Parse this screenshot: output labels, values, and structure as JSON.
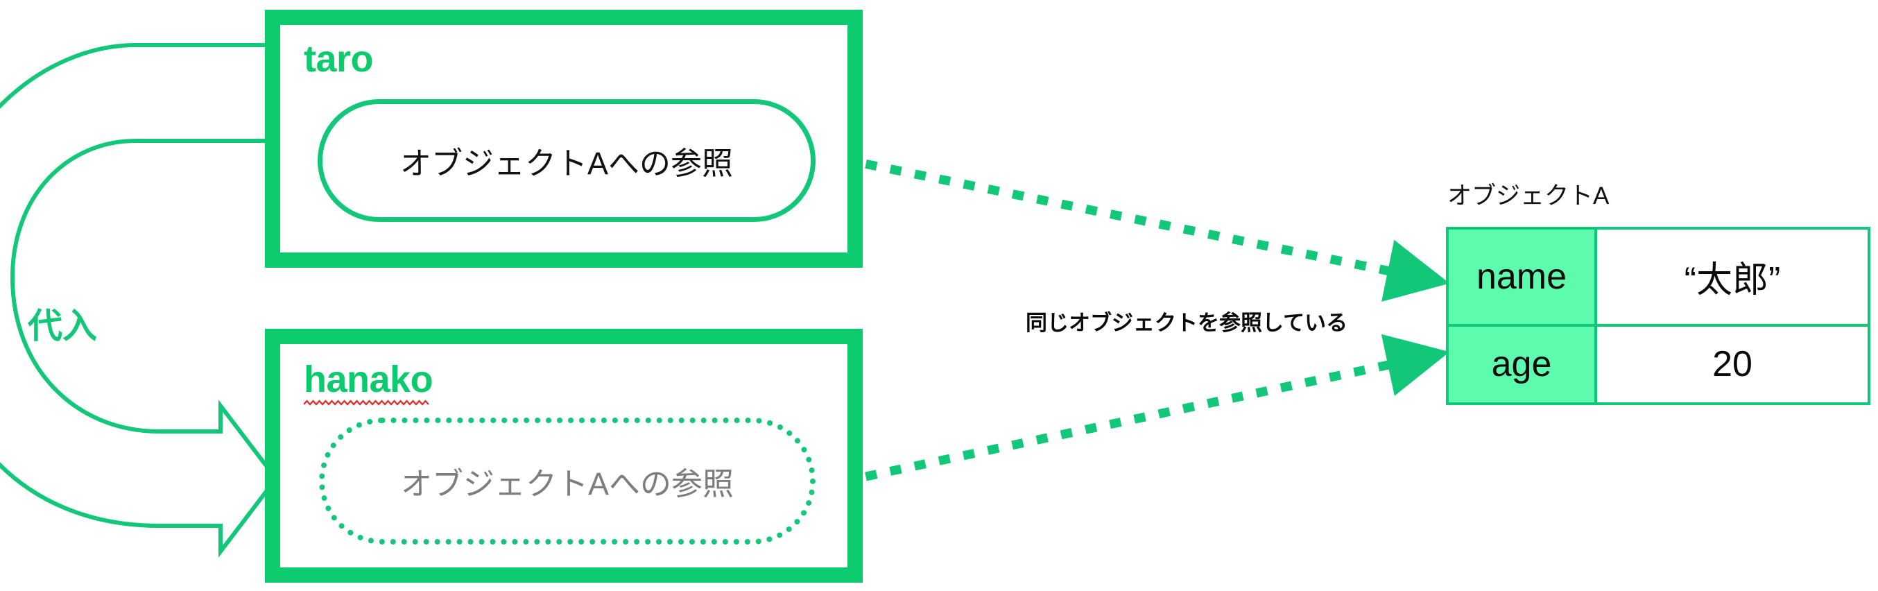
{
  "palette": {
    "green": "#0ccb6f",
    "green_stroke": "#12c878",
    "mint": "#5cfbae",
    "text_dark": "#0a0a0a",
    "text_gray": "#7d7d7d",
    "squiggle_red": "#e03131",
    "background": "#ffffff"
  },
  "variables": [
    {
      "name": "taro",
      "label": "taro",
      "reference_text": "オブジェクトAへの参照",
      "style": "solid",
      "misspelled": false
    },
    {
      "name": "hanako",
      "label": "hanako",
      "reference_text": "オブジェクトAへの参照",
      "style": "dotted",
      "misspelled": true
    }
  ],
  "assignment": {
    "label": "代入",
    "arrow": "curved-block-arrow",
    "from": "taro",
    "to": "hanako"
  },
  "object": {
    "title": "オブジェクトA",
    "rows": [
      {
        "key": "name",
        "value": "“太郎”"
      },
      {
        "key": "age",
        "value": "20"
      }
    ]
  },
  "annotation": {
    "same_object_note": "同じオブジェクトを参照している"
  },
  "reference_arrows": [
    {
      "from": "taro-capsule",
      "to": "object-row-name",
      "style": "dotted"
    },
    {
      "from": "hanako-capsule",
      "to": "object-row-age",
      "style": "dotted"
    }
  ]
}
